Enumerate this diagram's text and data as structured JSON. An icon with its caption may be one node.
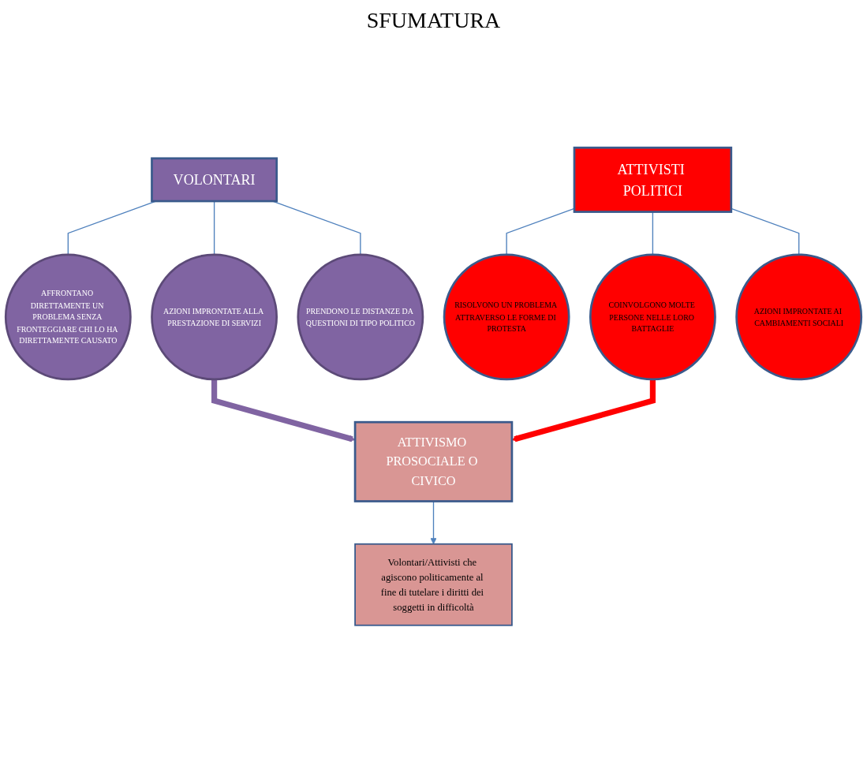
{
  "diagram": {
    "nodes": [
      {
        "text": [
          "VOLONTARI"
        ]
      },
      {
        "text": [
          "AFFRONTANO DIRETTAMENTE UN PROBLEMA SENZA FRONTEGGIARE CHI LO HA DIRETTAMENTE CAUSATO"
        ]
      },
      {
        "text": [
          "AZIONI IMPRONTATE ALLA PRESTAZIONE DI SERVIZI"
        ]
      },
      {
        "text": [
          "PRENDONO LE DISTANZE DA QUESTIONI DI TIPO POLITICO"
        ]
      },
      {
        "text": [
          "ATTIVISTI POLITICI"
        ]
      },
      {
        "text": [
          "RISOLVONO UN PROBLEMA ATTRAVERSO LE FORME DI PROTESTA"
        ]
      },
      {
        "text": [
          "COINVOLGONO MOLTE PERSONE NELLE LORO BATTAGLIE"
        ]
      },
      {
        "text": [
          "AZIONI IMPRONTATE AI CAMBIAMENTI SOCIALI"
        ]
      },
      {
        "text": [
          "ATTIVISMO PROSOCIALE O CIVICO"
        ]
      },
      {
        "text": [
          "Volontari/Attivisti che agiscono politicamente al fine di tutelare i diritti dei soggetti in difficoltà"
        ]
      }
    ],
    "edges": [
      {
        "from": 0,
        "to": 1,
        "arrow": "none"
      },
      {
        "from": 0,
        "to": 2,
        "arrow": "none"
      },
      {
        "from": 0,
        "to": 3,
        "arrow": "none"
      },
      {
        "from": 4,
        "to": 5,
        "arrow": "none"
      },
      {
        "from": 4,
        "to": 6,
        "arrow": "none"
      },
      {
        "from": 4,
        "to": 7,
        "arrow": "none"
      },
      {
        "from": 2,
        "to": 8,
        "arrow": "to",
        "style": "thick",
        "color": "#8064a2"
      },
      {
        "from": 6,
        "to": 8,
        "arrow": "to",
        "style": "thick",
        "color": "#ff0000"
      },
      {
        "from": 8,
        "to": 9,
        "arrow": "to"
      }
    ],
    "labels": [
      "SFUMATURA"
    ]
  }
}
